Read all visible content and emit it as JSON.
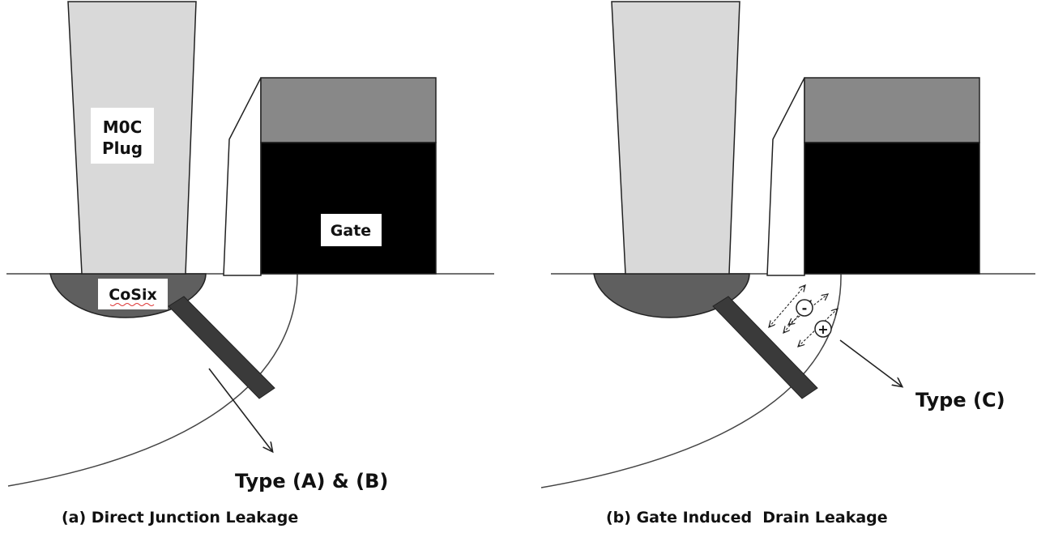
{
  "panel_a": {
    "plug_label_line1": "M0C",
    "plug_label_line2": "Plug",
    "gate_label": "Gate",
    "silicide_label": "CoSix",
    "type_label": "Type (A) & (B)",
    "caption": "(a) Direct Junction Leakage"
  },
  "panel_b": {
    "electron_symbol": "-",
    "hole_symbol": "+",
    "type_label": "Type (C)",
    "caption": "(b) Gate Induced  Drain Leakage"
  },
  "colors": {
    "plug_fill": "#d9d9d9",
    "gate_cap_fill": "#888888",
    "gate_fill": "#000000",
    "silicide_fill": "#5f5f5f",
    "defect_bar_fill": "#3a3a3a",
    "outline": "#222222"
  }
}
